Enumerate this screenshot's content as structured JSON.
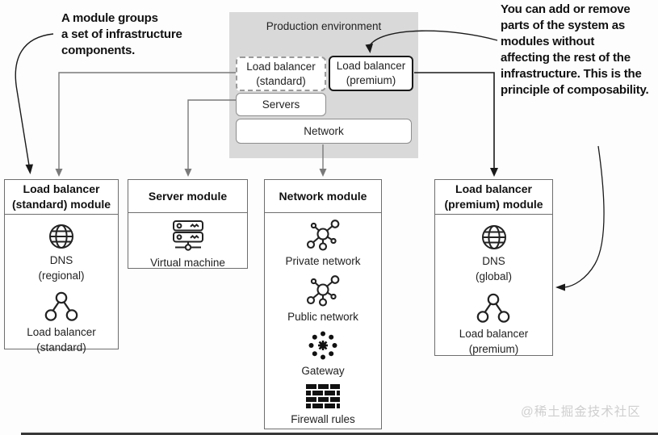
{
  "annotations": {
    "left": "A module groups\na set of infrastructure\ncomponents.",
    "right": "You can add or remove\nparts of the system as\nmodules without\naffecting the rest of the\ninfrastructure. This is the\nprinciple of composability."
  },
  "production_environment": {
    "title": "Production environment",
    "load_balancer_standard": "Load balancer\n(standard)",
    "load_balancer_premium": "Load balancer\n(premium)",
    "servers": "Servers",
    "network": "Network"
  },
  "modules": {
    "lb_standard": {
      "title": "Load balancer\n(standard) module",
      "items": [
        {
          "icon": "globe-icon",
          "label": "DNS\n(regional)"
        },
        {
          "icon": "load-balancer-icon",
          "label": "Load balancer\n(standard)"
        }
      ]
    },
    "server": {
      "title": "Server module",
      "items": [
        {
          "icon": "virtual-machine-icon",
          "label": "Virtual machine"
        }
      ]
    },
    "network": {
      "title": "Network module",
      "items": [
        {
          "icon": "private-network-icon",
          "label": "Private network"
        },
        {
          "icon": "public-network-icon",
          "label": "Public network"
        },
        {
          "icon": "gateway-icon",
          "label": "Gateway"
        },
        {
          "icon": "firewall-icon",
          "label": "Firewall rules"
        }
      ]
    },
    "lb_premium": {
      "title": "Load balancer\n(premium) module",
      "items": [
        {
          "icon": "globe-icon",
          "label": "DNS\n(global)"
        },
        {
          "icon": "load-balancer-icon",
          "label": "Load balancer\n(premium)"
        }
      ]
    }
  },
  "watermark": "@稀土掘金技术社区",
  "colors": {
    "production_bg": "#d9d9d9",
    "connector_gray": "#7a7a7a",
    "connector_black": "#1a1a1a",
    "watermark_gray": "#cfcfcf"
  }
}
